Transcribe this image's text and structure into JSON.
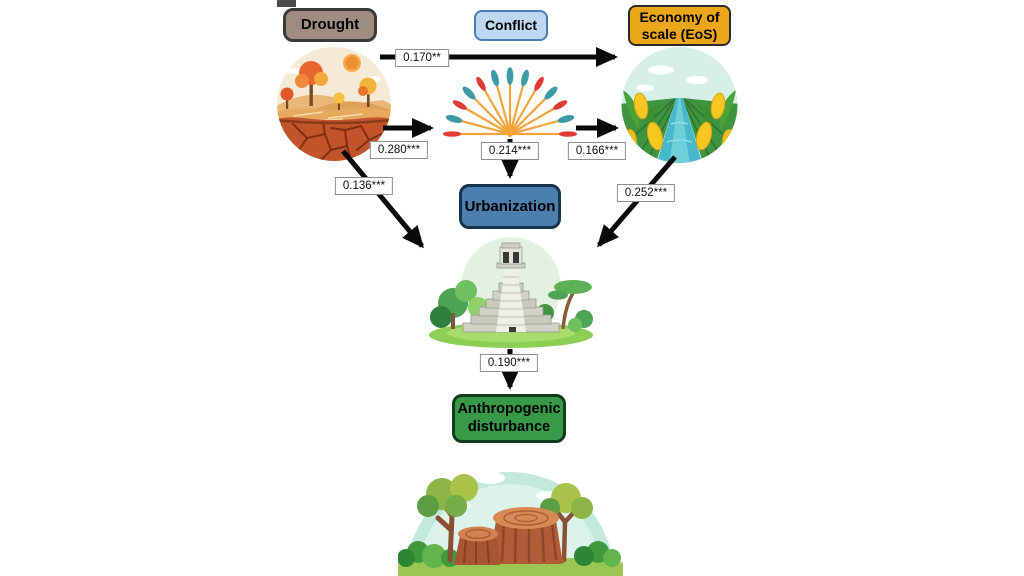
{
  "diagram": {
    "type": "path-analysis",
    "nodes": {
      "drought": {
        "label": "Drought",
        "fill": "#a18c82",
        "border": "#3a3a3a"
      },
      "conflict": {
        "label": "Conflict",
        "fill": "#bdd8f0",
        "border": "#4a7cb8"
      },
      "eos": {
        "label": "Economy of scale (EoS)",
        "fill": "#eba719",
        "border": "#2a2a2a"
      },
      "urbanization": {
        "label": "Urbanization",
        "fill": "#4d7fae",
        "border": "#16334f"
      },
      "anthropogenic": {
        "label": "Anthropogenic disturbance",
        "fill": "#389a49",
        "border": "#123d1d"
      }
    },
    "edges": [
      {
        "from": "Drought",
        "to": "Economy of scale (EoS)",
        "coef": "0.170**"
      },
      {
        "from": "Drought",
        "to": "Conflict",
        "coef": "0.280***"
      },
      {
        "from": "Conflict",
        "to": "Urbanization",
        "coef": "0.214***"
      },
      {
        "from": "Conflict",
        "to": "Economy of scale (EoS)",
        "coef": "0.166***"
      },
      {
        "from": "Drought",
        "to": "Urbanization",
        "coef": "0.136***"
      },
      {
        "from": "Economy of scale (EoS)",
        "to": "Urbanization",
        "coef": "0.252***"
      },
      {
        "from": "Urbanization",
        "to": "Anthropogenic disturbance",
        "coef": "0.190***"
      }
    ],
    "illustrations": {
      "drought": "drought-cracked-earth-icon",
      "conflict": "spear-fan-icon",
      "eos": "corn-field-canal-icon",
      "urbanization": "maya-pyramid-icon",
      "anthropogenic": "deforestation-stumps-icon"
    }
  }
}
